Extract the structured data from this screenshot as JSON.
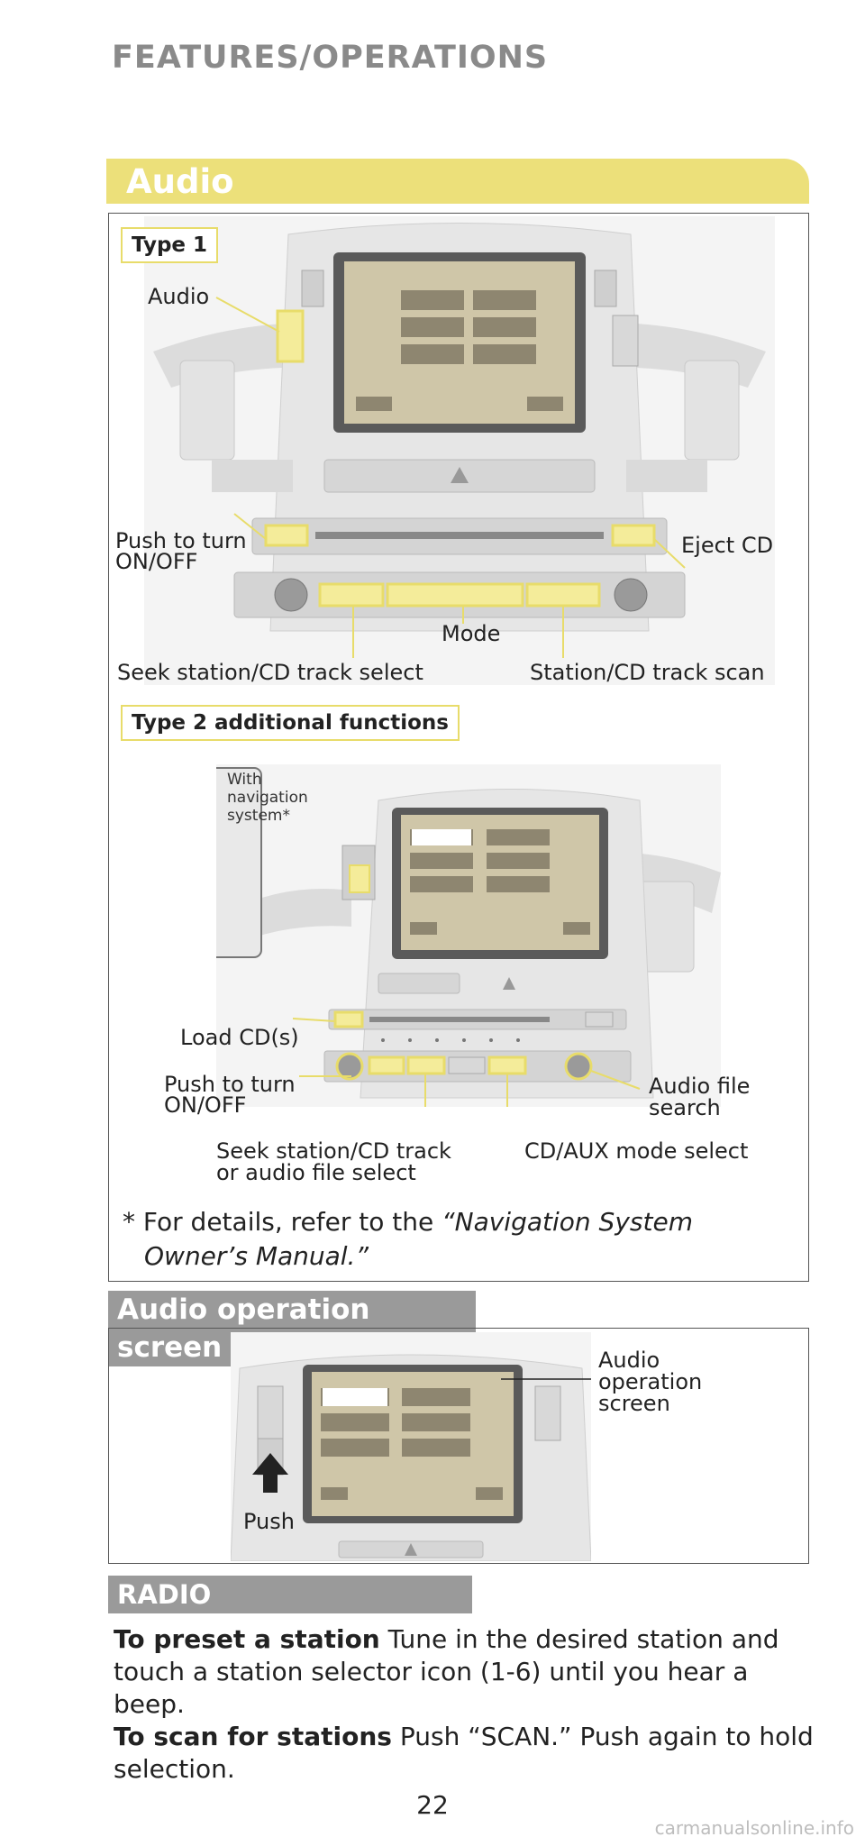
{
  "header": {
    "title": "FEATURES/OPERATIONS"
  },
  "audio_section": {
    "title": "Audio",
    "type1": {
      "label": "Type 1",
      "callouts": {
        "audio": "Audio",
        "power": [
          "Push to turn",
          "ON/OFF"
        ],
        "eject": "Eject CD",
        "mode": "Mode",
        "seek": "Seek station/CD track select",
        "scan": "Station/CD track scan"
      }
    },
    "type2": {
      "label": "Type 2 additional functions",
      "nav_note": [
        "With",
        "navigation",
        "system*"
      ],
      "callouts": {
        "load": "Load CD(s)",
        "power": [
          "Push to turn",
          "ON/OFF"
        ],
        "file_search": [
          "Audio file",
          "search"
        ],
        "seek": [
          "Seek station/CD track",
          "or audio file select"
        ],
        "mode": "CD/AUX mode select"
      }
    },
    "footnote": {
      "prefix": "* For details, refer to the ",
      "italic1": "“Navigation System",
      "italic2": "Owner’s Manual.”"
    }
  },
  "operation_section": {
    "title": "Audio operation screen",
    "callouts": {
      "screen": [
        "Audio",
        "operation",
        "screen"
      ],
      "push": "Push"
    }
  },
  "radio_section": {
    "title": "RADIO",
    "preset_label": "To preset a station",
    "preset_text_1": " Tune in the desired station and",
    "preset_text_2": "touch a station selector icon (1-6) until you hear a",
    "preset_text_3": "beep.",
    "scan_label": "To scan for stations",
    "scan_text_1": " Push “SCAN.” Push again to hold",
    "scan_text_2": "selection."
  },
  "page_number": "22",
  "watermark": "carmanualsonline.info",
  "colors": {
    "highlight": "#e8dc6a",
    "band_gray": "#9a9a9a",
    "header_gray": "#8a8a8a"
  }
}
